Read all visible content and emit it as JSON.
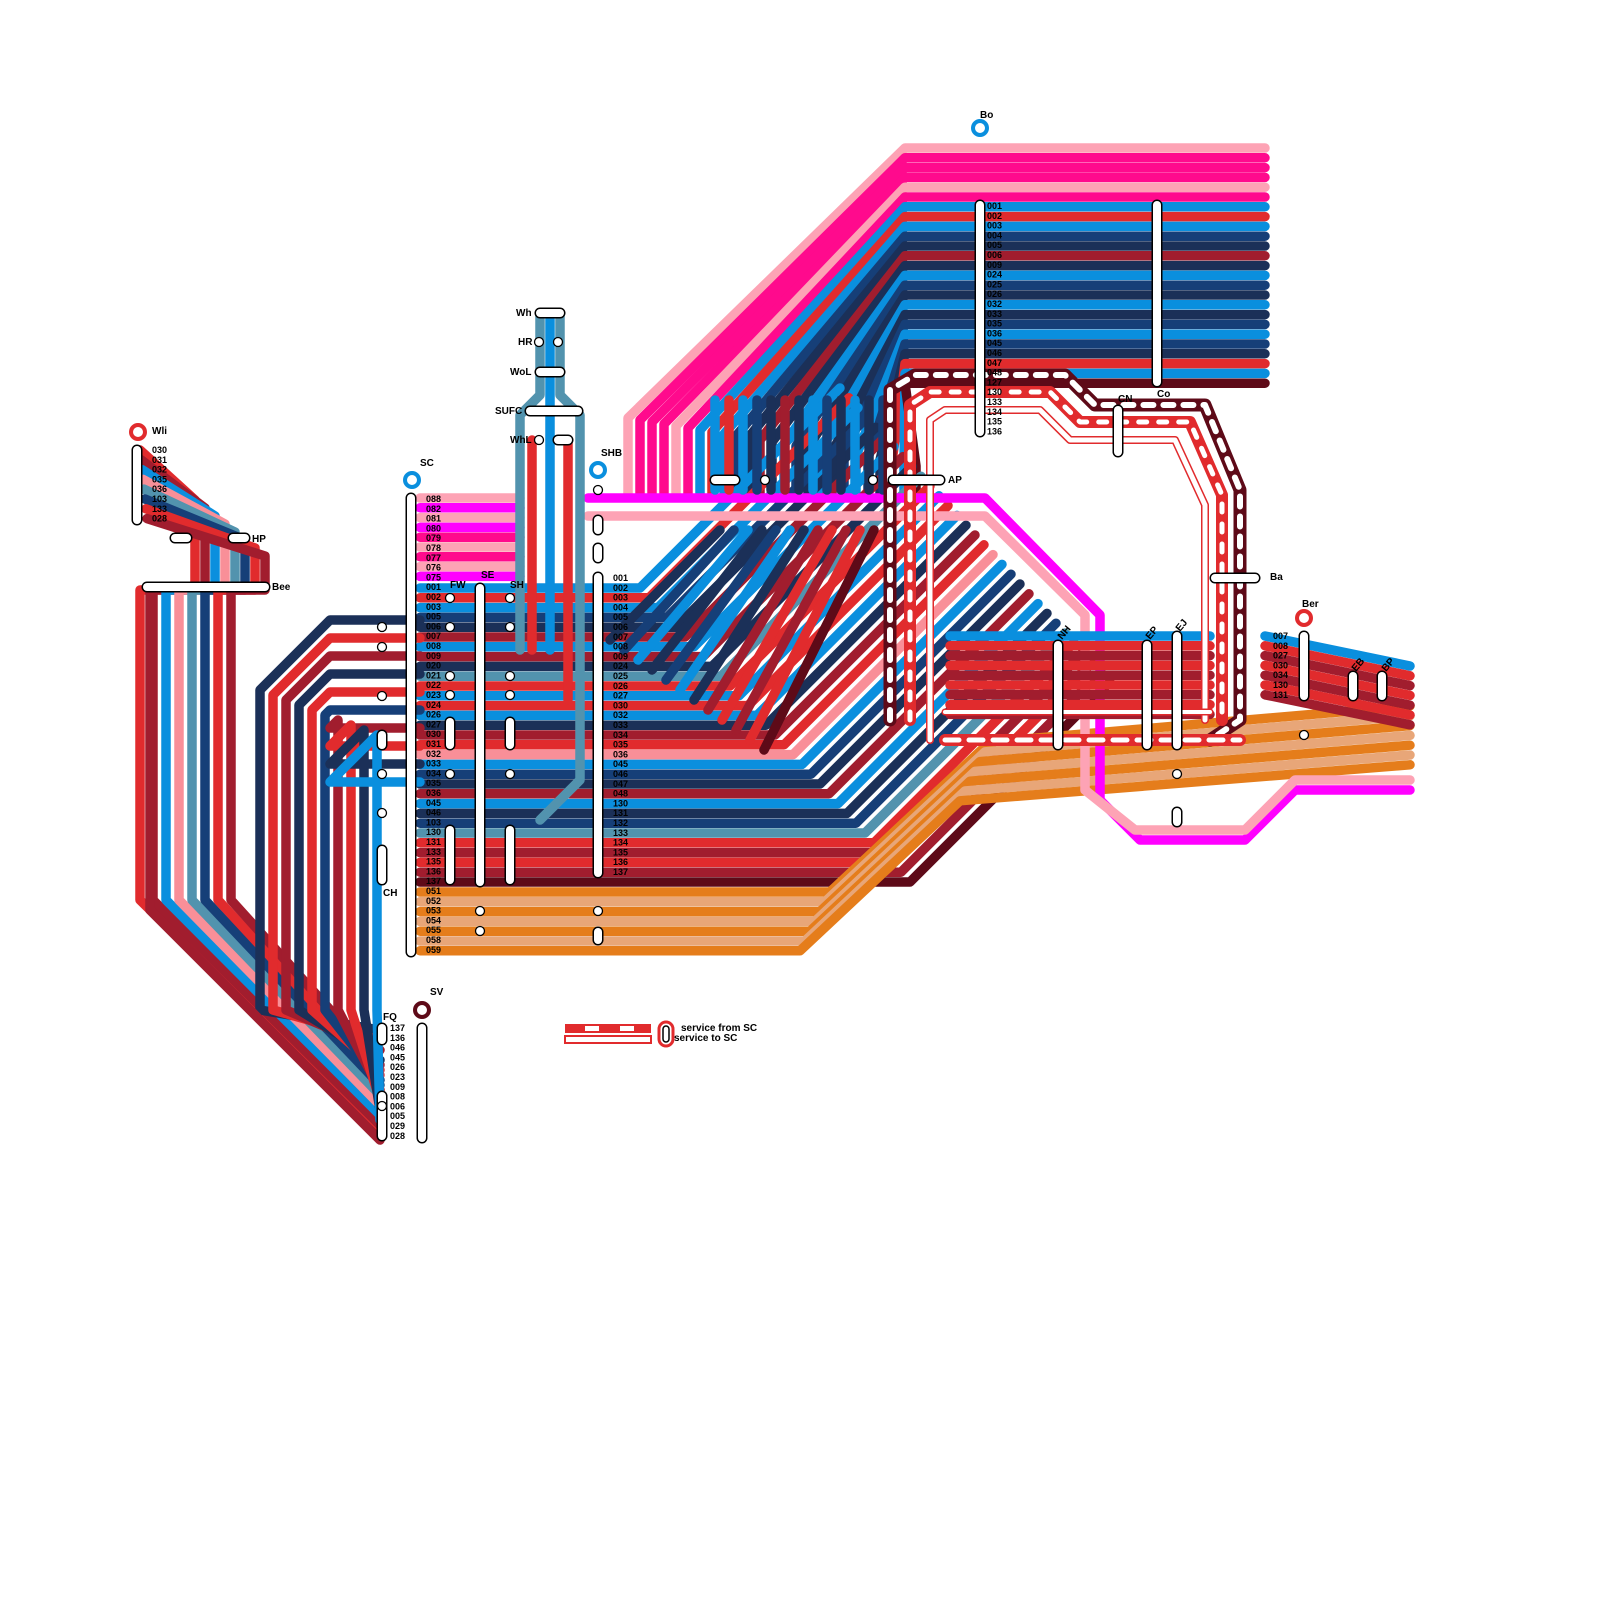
{
  "colors": {
    "blue": "#0a8fde",
    "navy": "#1b3058",
    "midnavy": "#163f78",
    "red": "#e12b2d",
    "maroon": "#a11d2e",
    "darkmaroon": "#5e0a18",
    "pink": "#ff0a8d",
    "lightpink": "#fda3b5",
    "magenta": "#ff00ff",
    "orange": "#e57d1b",
    "lightorange": "#e8a678",
    "steel": "#5293ae",
    "salmon": "#f98f98"
  },
  "stations": {
    "Wli": "Wli",
    "HP": "HP",
    "Bee": "Bee",
    "SC": "SC",
    "FW": "FW",
    "SE": "SE",
    "SH": "SH",
    "CH": "CH",
    "FQ": "FQ",
    "SV": "SV",
    "Wh": "Wh",
    "HR": "HR",
    "WoL": "WoL",
    "SUFC": "SUFC",
    "WhL": "WhL",
    "SHB": "SHB",
    "Bo": "Bo",
    "AP": "AP",
    "Co": "Co",
    "CN": "CN",
    "Ba": "Ba",
    "Ber": "Ber",
    "NH": "NH",
    "EP": "EP",
    "EJ": "EJ",
    "EB": "EB",
    "BP": "BP"
  },
  "routes": {
    "wli": [
      "030",
      "031",
      "032",
      "035",
      "036",
      "103",
      "133",
      "028"
    ],
    "sc": [
      "088",
      "082",
      "081",
      "080",
      "079",
      "078",
      "077",
      "076",
      "075",
      "001",
      "002",
      "003",
      "005",
      "006",
      "007",
      "008",
      "009",
      "020",
      "021",
      "022",
      "023",
      "024",
      "026",
      "027",
      "030",
      "031",
      "032",
      "033",
      "034",
      "035",
      "036",
      "045",
      "046",
      "103",
      "130",
      "131",
      "133",
      "135",
      "136",
      "137",
      "051",
      "052",
      "053",
      "054",
      "055",
      "058",
      "059"
    ],
    "shb": [
      "001",
      "002",
      "003",
      "004",
      "005",
      "006",
      "007",
      "008",
      "009",
      "024",
      "025",
      "026",
      "027",
      "030",
      "032",
      "033",
      "034",
      "035",
      "036",
      "045",
      "046",
      "047",
      "048",
      "130",
      "131",
      "132",
      "133",
      "134",
      "135",
      "136",
      "137"
    ],
    "bo": [
      "001",
      "002",
      "003",
      "004",
      "005",
      "006",
      "009",
      "024",
      "025",
      "026",
      "032",
      "033",
      "035",
      "036",
      "045",
      "046",
      "047",
      "048",
      "127",
      "130",
      "133",
      "134",
      "135",
      "136"
    ],
    "fq": [
      "137",
      "136",
      "046",
      "045",
      "026",
      "023",
      "009",
      "008",
      "006",
      "005",
      "029",
      "028"
    ],
    "ber": [
      "007",
      "008",
      "027",
      "030",
      "034",
      "130",
      "131"
    ]
  },
  "legend": {
    "from": "service from SC",
    "to": "service to SC"
  }
}
